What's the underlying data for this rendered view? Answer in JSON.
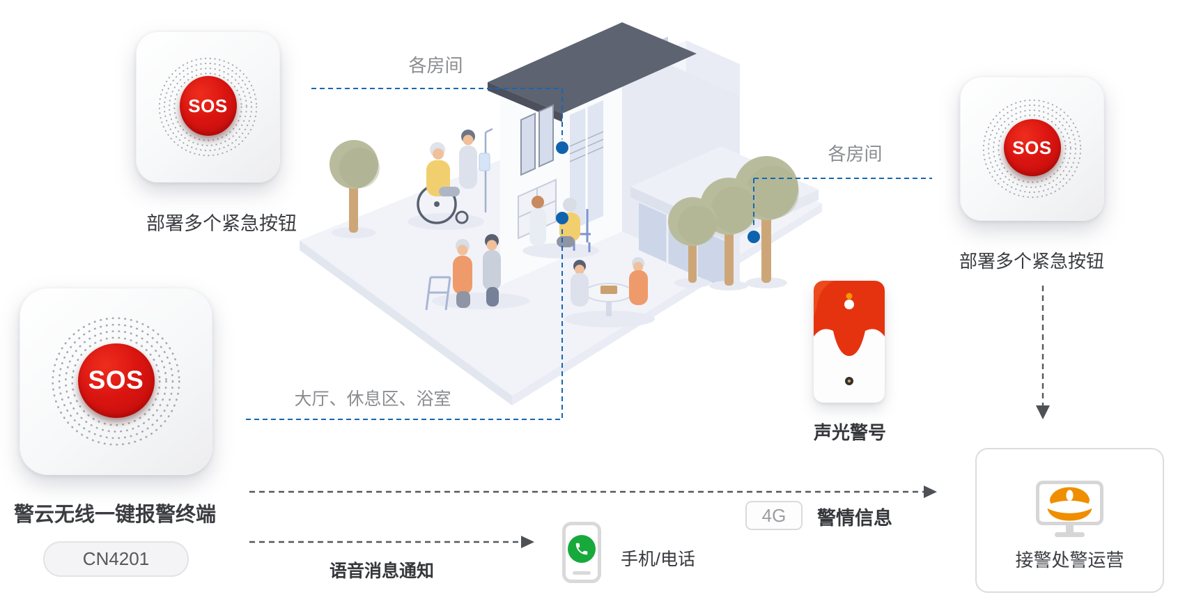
{
  "devices": {
    "button_top_left": {
      "sos_label": "SOS",
      "caption": "部署多个紧急按钮"
    },
    "button_right": {
      "sos_label": "SOS",
      "caption": "部署多个紧急按钮"
    },
    "terminal": {
      "sos_label": "SOS",
      "name": "警云无线一键报警终端",
      "model": "CN4201"
    }
  },
  "scene": {
    "zone_rooms_top": "各房间",
    "zone_rooms_right": "各房间",
    "zone_hall": "大厅、休息区、浴室",
    "siren_caption": "声光警号"
  },
  "flows": {
    "alarm_message": {
      "network_badge": "4G",
      "caption": "警情信息"
    },
    "voice_message": {
      "caption": "语音消息通知",
      "device_caption": "手机/电话"
    },
    "dispatch_center": {
      "caption": "接警处警运营"
    }
  },
  "colors": {
    "link_blue": "#1567b2",
    "node_dot_blue": "#0f63ae",
    "arrow_gray": "#54575d",
    "sos_red": "#d01111",
    "siren_red": "#e5330f",
    "phone_green": "#17a93c",
    "cap_orange": "#ef8e00"
  }
}
